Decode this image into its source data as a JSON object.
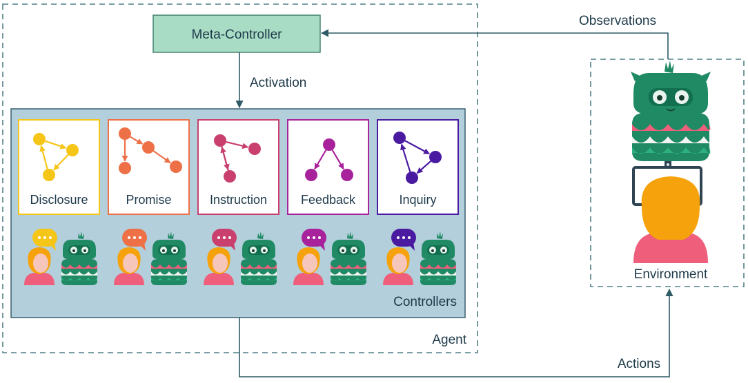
{
  "labels": {
    "meta_controller": "Meta-Controller",
    "activation": "Activation",
    "observations": "Observations",
    "controllers": "Controllers",
    "agent": "Agent",
    "environment": "Environment",
    "actions": "Actions"
  },
  "controllers": [
    {
      "label": "Disclosure",
      "color": "#f5c518"
    },
    {
      "label": "Promise",
      "color": "#ee7047"
    },
    {
      "label": "Instruction",
      "color": "#c93f6e"
    },
    {
      "label": "Feedback",
      "color": "#a8229c"
    },
    {
      "label": "Inquiry",
      "color": "#4a1aa0"
    }
  ],
  "colors": {
    "agent_border": "#4f7f86",
    "controllers_panel": "#b3cfdb",
    "meta_controller_fill": "#a9dcc4",
    "owl_green": "#1f8a64",
    "human_hair": "#f5a20c",
    "human_body": "#ef5f7c",
    "human_skin": "#f7c6ba"
  },
  "icons": [
    "speech-bubble-icon",
    "human-icon",
    "owl-robot-icon",
    "monitor-icon",
    "graph-icon"
  ]
}
